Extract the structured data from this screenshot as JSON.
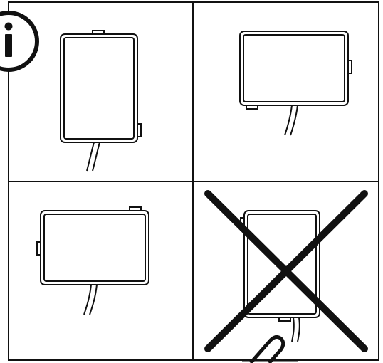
{
  "figure": {
    "description_icon": "info-icon",
    "panels": [
      {
        "id": "portrait-cable-down",
        "allowed": true
      },
      {
        "id": "landscape-cable-down",
        "allowed": true
      },
      {
        "id": "landscape-cable-down-alt",
        "allowed": true
      },
      {
        "id": "portrait-cable-down-crossed",
        "allowed": false
      }
    ],
    "colors": {
      "line": "#111111",
      "background": "#ffffff"
    }
  }
}
